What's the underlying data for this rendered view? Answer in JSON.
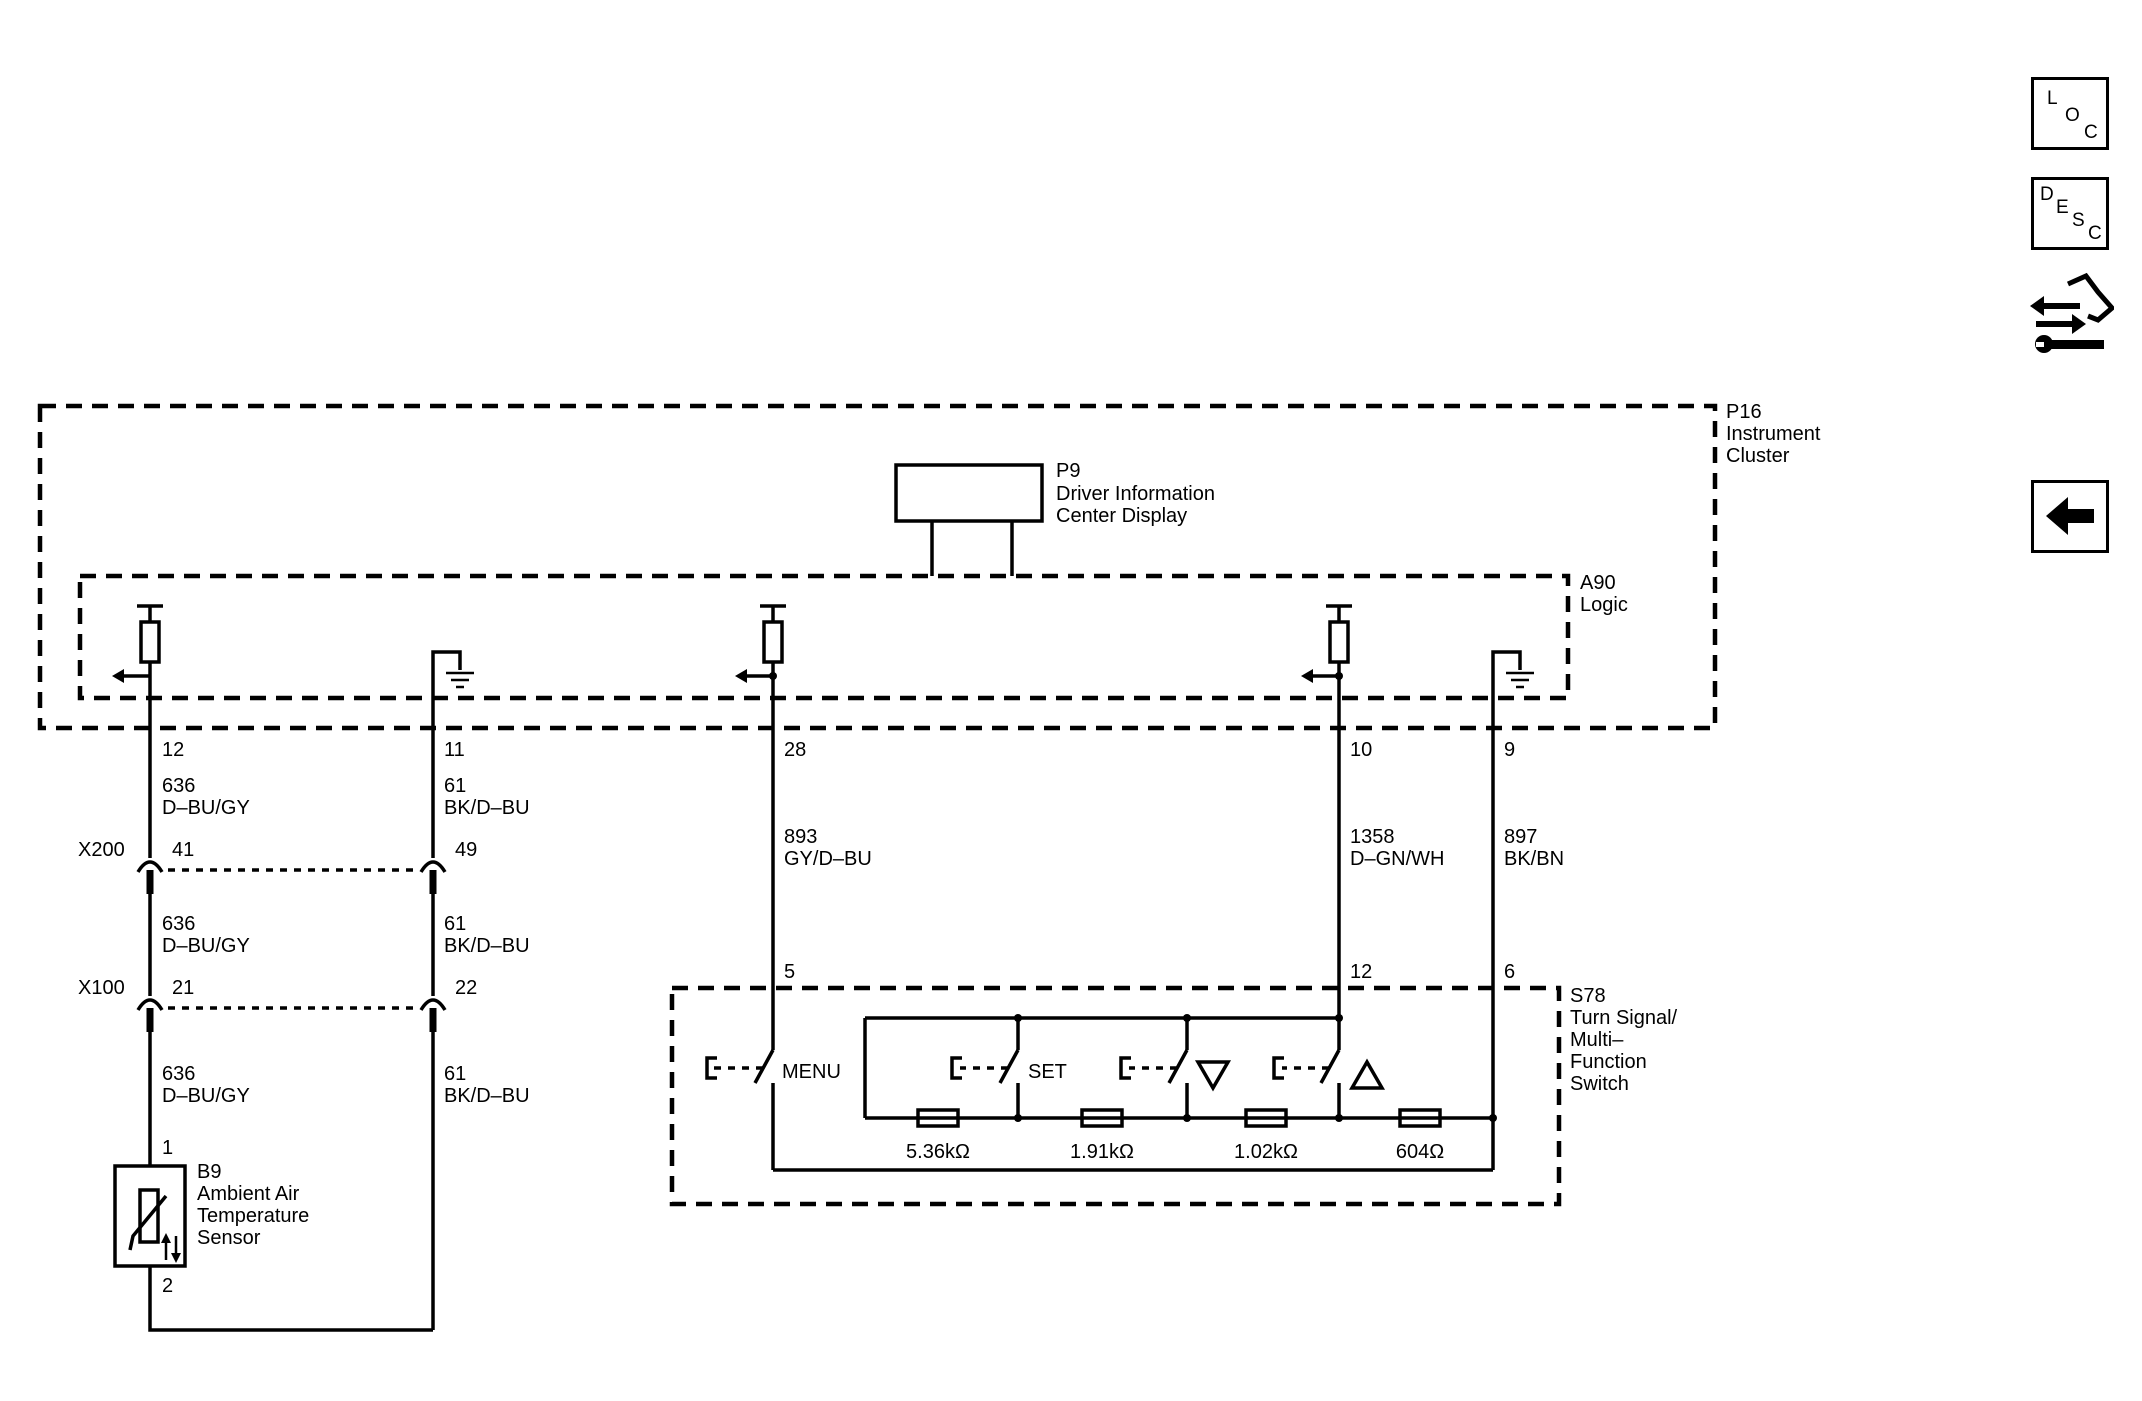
{
  "components": {
    "p16": {
      "id": "P16",
      "name_l1": "Instrument",
      "name_l2": "Cluster"
    },
    "p9": {
      "id": "P9",
      "name_l1": "Driver Information",
      "name_l2": "Center Display"
    },
    "a90": {
      "id": "A90",
      "name": "Logic"
    },
    "s78": {
      "id": "S78",
      "name_l1": "Turn Signal/",
      "name_l2": "Multi–",
      "name_l3": "Function",
      "name_l4": "Switch"
    },
    "b9": {
      "id": "B9",
      "name_l1": "Ambient Air",
      "name_l2": "Temperature",
      "name_l3": "Sensor"
    }
  },
  "pins": {
    "p16_12": "12",
    "p16_11": "11",
    "p16_28": "28",
    "p16_10": "10",
    "p16_9": "9",
    "s78_5": "5",
    "s78_12": "12",
    "s78_6": "6",
    "b9_1": "1",
    "b9_2": "2"
  },
  "connectors": {
    "x200": {
      "name": "X200",
      "pin_a": "41",
      "pin_b": "49"
    },
    "x100": {
      "name": "X100",
      "pin_a": "21",
      "pin_b": "22"
    }
  },
  "wires": {
    "w636_a": {
      "circuit": "636",
      "color": "D–BU/GY"
    },
    "w61_a": {
      "circuit": "61",
      "color": "BK/D–BU"
    },
    "w636_b": {
      "circuit": "636",
      "color": "D–BU/GY"
    },
    "w61_b": {
      "circuit": "61",
      "color": "BK/D–BU"
    },
    "w636_c": {
      "circuit": "636",
      "color": "D–BU/GY"
    },
    "w61_c": {
      "circuit": "61",
      "color": "BK/D–BU"
    },
    "w893": {
      "circuit": "893",
      "color": "GY/D–BU"
    },
    "w1358": {
      "circuit": "1358",
      "color": "D–GN/WH"
    },
    "w897": {
      "circuit": "897",
      "color": "BK/BN"
    }
  },
  "switches": {
    "menu": "MENU",
    "set": "SET"
  },
  "resistors": {
    "r1": "5.36kΩ",
    "r2": "1.91kΩ",
    "r3": "1.02kΩ",
    "r4": "604Ω"
  },
  "nav": {
    "loc": {
      "l1": "L",
      "l2": "O",
      "l3": "C"
    },
    "desc": {
      "l1": "D",
      "l2": "E",
      "l3": "S",
      "l4": "C"
    },
    "icons": [
      "connector-tool-icon",
      "back-arrow-icon"
    ]
  }
}
